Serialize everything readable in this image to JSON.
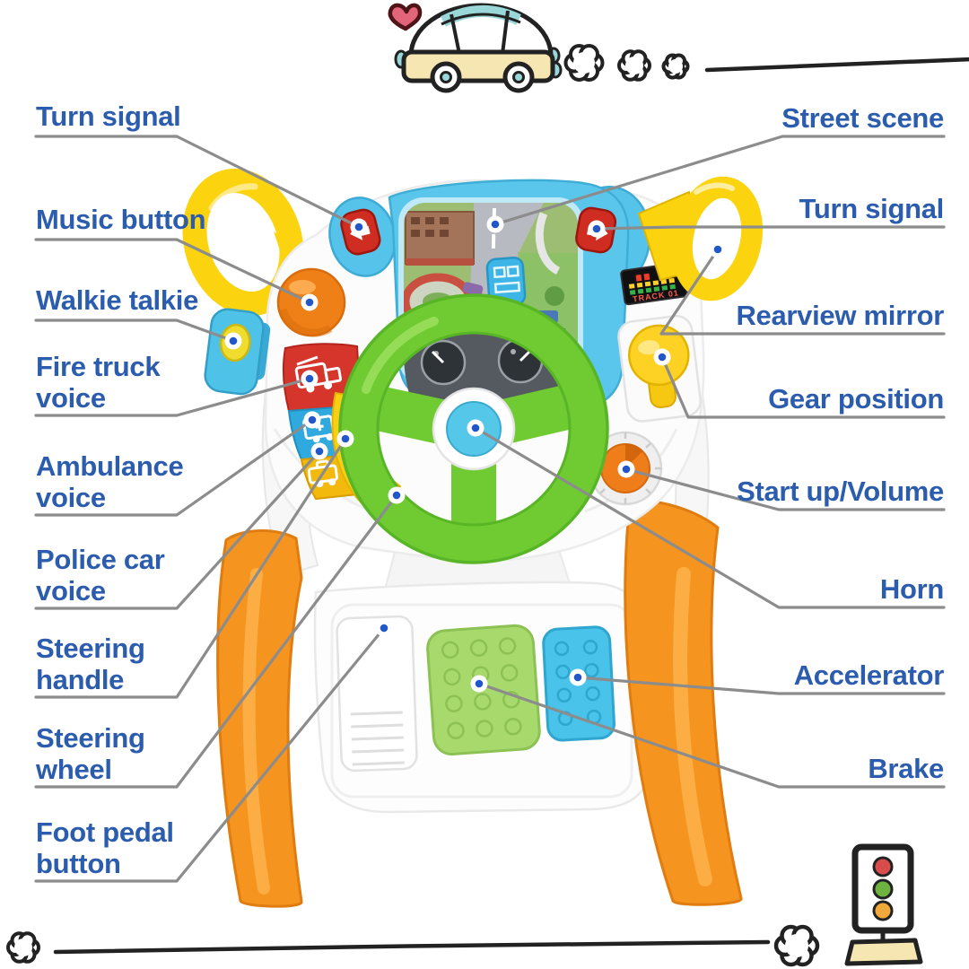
{
  "callouts": {
    "left": [
      {
        "id": "turn-signal-left",
        "text": "Turn signal"
      },
      {
        "id": "music-button",
        "text": "Music button"
      },
      {
        "id": "walkie-talkie",
        "text": "Walkie talkie"
      },
      {
        "id": "fire-truck-voice",
        "text": "Fire truck\nvoice"
      },
      {
        "id": "ambulance-voice",
        "text": "Ambulance\nvoice"
      },
      {
        "id": "police-car-voice",
        "text": "Police car\nvoice"
      },
      {
        "id": "steering-handle",
        "text": "Steering\nhandle"
      },
      {
        "id": "steering-wheel",
        "text": "Steering\nwheel"
      },
      {
        "id": "foot-pedal-button",
        "text": "Foot pedal\nbutton"
      }
    ],
    "right": [
      {
        "id": "street-scene",
        "text": "Street scene"
      },
      {
        "id": "turn-signal-right",
        "text": "Turn signal"
      },
      {
        "id": "rearview-mirror",
        "text": "Rearview mirror"
      },
      {
        "id": "gear-position",
        "text": "Gear position"
      },
      {
        "id": "start-up-volume",
        "text": "Start up/Volume"
      },
      {
        "id": "horn",
        "text": "Horn"
      },
      {
        "id": "accelerator",
        "text": "Accelerator"
      },
      {
        "id": "brake",
        "text": "Brake"
      }
    ]
  },
  "toy": {
    "track_display": "TRACK 01"
  },
  "doodles": [
    "heart-icon",
    "car-icon",
    "exhaust-puff-icon",
    "traffic-light-icon"
  ],
  "colors": {
    "label_text": "#2b5cad",
    "leader_line": "#8c8c8c",
    "callout_dot": "#2257c8",
    "wheel_green": "#6fcb31",
    "housing_blue": "#5ac6ec",
    "toy_orange": "#f5941e",
    "toy_yellow": "#fbd40f",
    "signal_red": "#cf2d22",
    "pedal_green": "#a8d96d",
    "pedal_blue": "#49c3e9",
    "doodle_ink": "#222222"
  }
}
